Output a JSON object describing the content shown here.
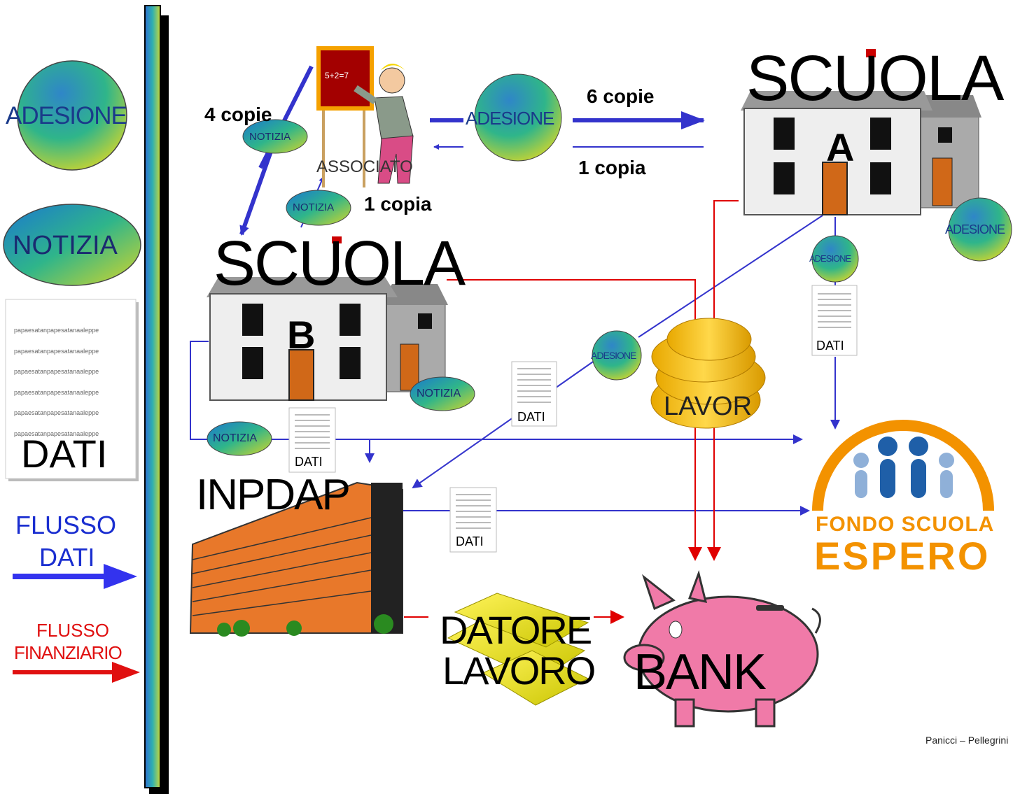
{
  "legend": {
    "adesione": "ADESIONE",
    "notizia": "NOTIZIA",
    "dati_doc_line": "papaesatanpapesatanaaleppe",
    "dati": "DATI",
    "flusso_dati": [
      "FLUSSO",
      "DATI"
    ],
    "flusso_finanziario": [
      "FLUSSO",
      "FINANZIARIO"
    ]
  },
  "nodes": {
    "associato": "ASSOCIATO",
    "blackboard": "5+2=7",
    "scuola_a": "SCUOLA",
    "scuola_a_letter": "A",
    "scuola_b": "SCUOLA",
    "scuola_b_letter": "B",
    "inpdap": "INPDAP",
    "lavor": "LAVOR",
    "datore": [
      "DATORE",
      "LAVORO"
    ],
    "bank": "BANK",
    "fondo": [
      "FONDO SCUOLA",
      "ESPERO"
    ]
  },
  "labels": {
    "copie_4": "4 copie",
    "copie_6": "6 copie",
    "copia_1_a": "1 copia",
    "copia_1_b": "1 copia"
  },
  "badges": {
    "adesione": "ADESIONE",
    "notizia": "NOTIZIA",
    "dati": "DATI"
  },
  "footer": "Panicci – Pellegrini",
  "colors": {
    "data_flow": "#3333cc",
    "finance_flow": "#e00000",
    "accent_orange": "#f39200",
    "espero_blue": "#1f5fa8"
  }
}
